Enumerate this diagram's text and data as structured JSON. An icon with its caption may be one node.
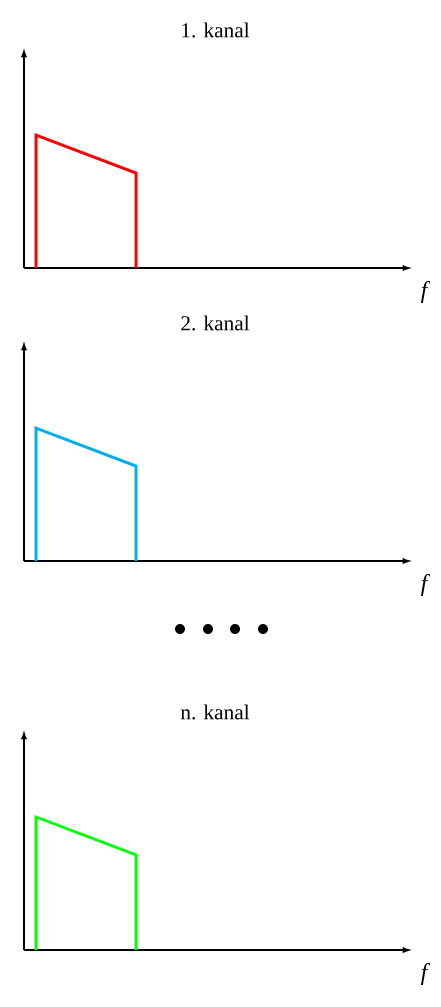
{
  "diagram": {
    "labels": [
      "1. kanal",
      "f",
      "2. kanal",
      "f",
      "n. kanal",
      "f"
    ]
  }
}
